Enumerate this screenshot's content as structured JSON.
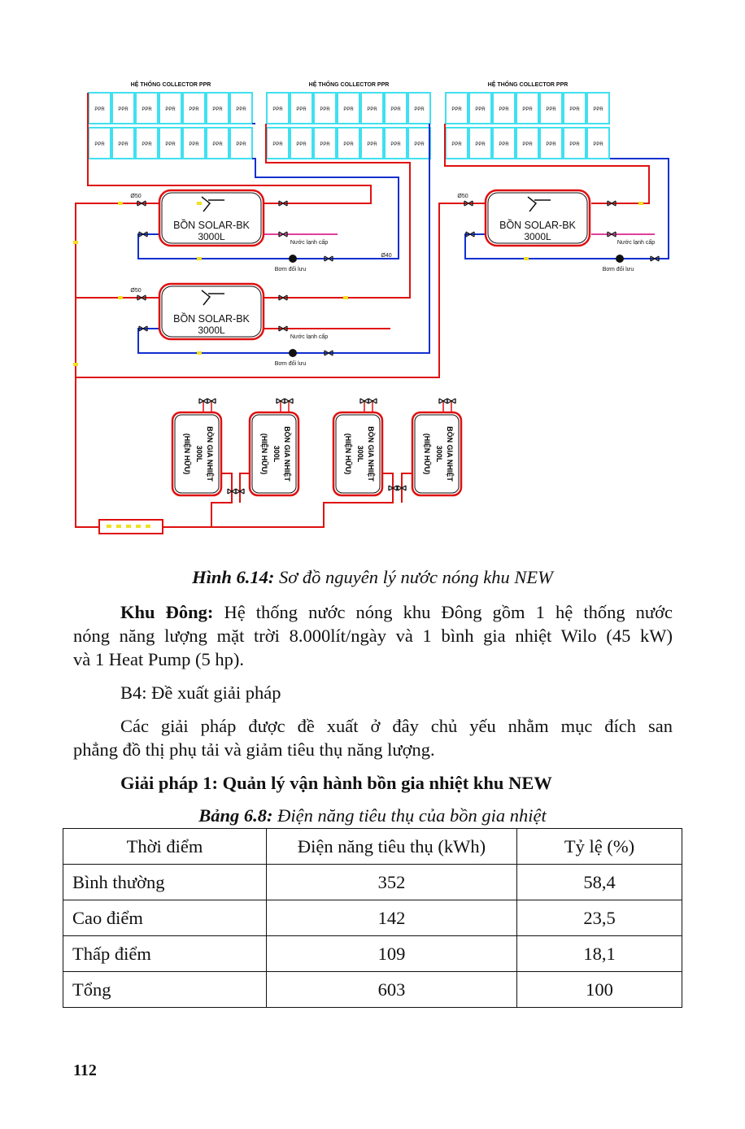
{
  "diagram": {
    "collector_title": "HỆ THỐNG COLLECTOR PPR",
    "panel_label": "PPR",
    "solar_tank_name": "BỒN SOLAR-BK",
    "solar_tank_capacity": "3000L",
    "pipe_d50": "Ø50",
    "pipe_d40": "Ø40",
    "cold_water": "Nước lạnh cấp",
    "pump": "Bơm đối lưu",
    "heater_name": "BỒN GIA NHIỆT",
    "heater_capacity": "300L",
    "heater_status": "(HIỆN HỮU)",
    "colors": {
      "hot": "#e01010",
      "cold": "#1030d0",
      "supply": "#e0409a",
      "panel": "#40e0f0"
    }
  },
  "figure_caption": {
    "label": "Hình 6.14:",
    "text": " Sơ đồ nguyên lý nước nóng khu NEW"
  },
  "para1": {
    "lead": "Khu Đông:",
    "line1": " Hệ thống nước nóng khu Đông gồm 1 hệ thống nước",
    "line2": "nóng năng lượng mặt trời 8.000lít/ngày và 1 bình gia nhiệt Wilo (45 kW)",
    "line3": "và 1 Heat Pump (5 hp)."
  },
  "step_b4": "B4: Đề xuất giải pháp",
  "para2": {
    "line1": "Các giải pháp được đề xuất ở đây chủ yếu nhằm mục đích san",
    "line2": "phẳng đồ thị phụ tải và giảm tiêu thụ năng lượng."
  },
  "solution_heading": "Giải pháp 1: Quản lý vận hành bồn gia nhiệt khu NEW",
  "table_caption": {
    "label": "Bảng 6.8:",
    "text": " Điện năng tiêu thụ của bồn gia nhiệt"
  },
  "table": {
    "headers": [
      "Thời điểm",
      "Điện năng tiêu thụ (kWh)",
      "Tỷ lệ (%)"
    ],
    "rows": [
      [
        "Bình thường",
        "352",
        "58,4"
      ],
      [
        "Cao điểm",
        "142",
        "23,5"
      ],
      [
        "Thấp điểm",
        "109",
        "18,1"
      ],
      [
        "Tổng",
        "603",
        "100"
      ]
    ]
  },
  "page_number": "112"
}
